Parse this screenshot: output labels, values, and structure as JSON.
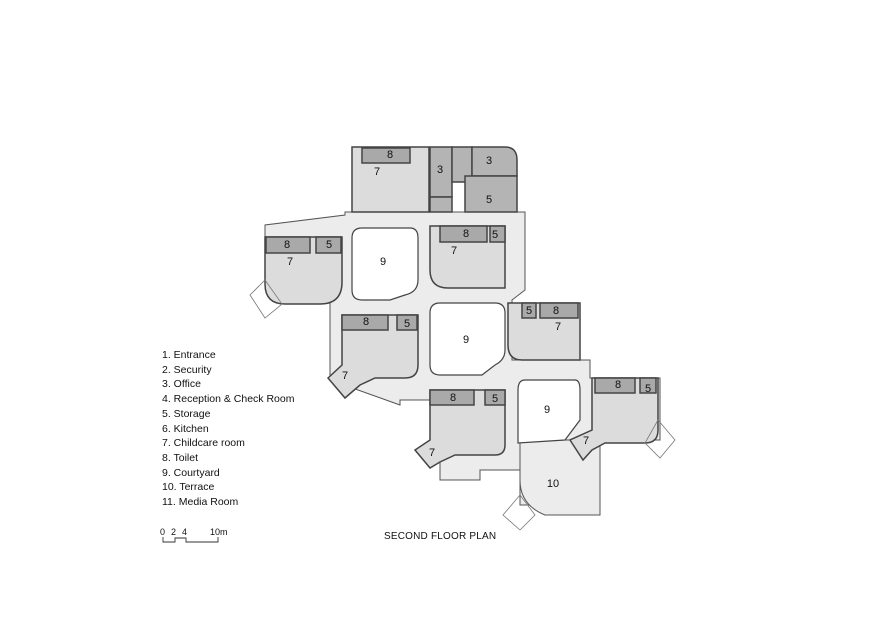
{
  "plan": {
    "title": "SECOND FLOOR PLAN",
    "colors": {
      "background": "#ffffff",
      "circulation": "#ececec",
      "childcare": "#dcdcdc",
      "service": "#a9a9a9",
      "office": "#b4b4b4",
      "courtyard": "#ffffff",
      "wall": "#444444"
    },
    "room_labels": {
      "office_a": "3",
      "office_b": "3",
      "storage_top": "5",
      "unit_top_childcare": "7",
      "unit_top_toilet": "8",
      "unit_w_toilet": "8",
      "unit_w_storage": "5",
      "unit_w_childcare": "7",
      "courtyard_1": "9",
      "unit_c_toilet": "8",
      "unit_c_storage": "5",
      "unit_c_childcare": "7",
      "unit_sw_toilet": "8",
      "unit_sw_storage": "5",
      "unit_sw_childcare": "7",
      "courtyard_2": "9",
      "unit_e_storage": "5",
      "unit_e_toilet": "8",
      "unit_e_childcare": "7",
      "unit_s_toilet": "8",
      "unit_s_storage": "5",
      "unit_s_childcare": "7",
      "courtyard_3": "9",
      "unit_se_toilet": "8",
      "unit_se_storage": "5",
      "unit_se_childcare": "7",
      "terrace": "10"
    }
  },
  "legend": {
    "items": [
      "1. Entrance",
      "2. Security",
      "3. Office",
      "4. Reception & Check Room",
      "5. Storage",
      "6. Kitchen",
      "7. Childcare room",
      "8. Toilet",
      "9. Courtyard",
      "10. Terrace",
      "11. Media Room"
    ]
  },
  "scale_bar": {
    "labels": [
      "0",
      "2",
      "4",
      "10m"
    ]
  }
}
